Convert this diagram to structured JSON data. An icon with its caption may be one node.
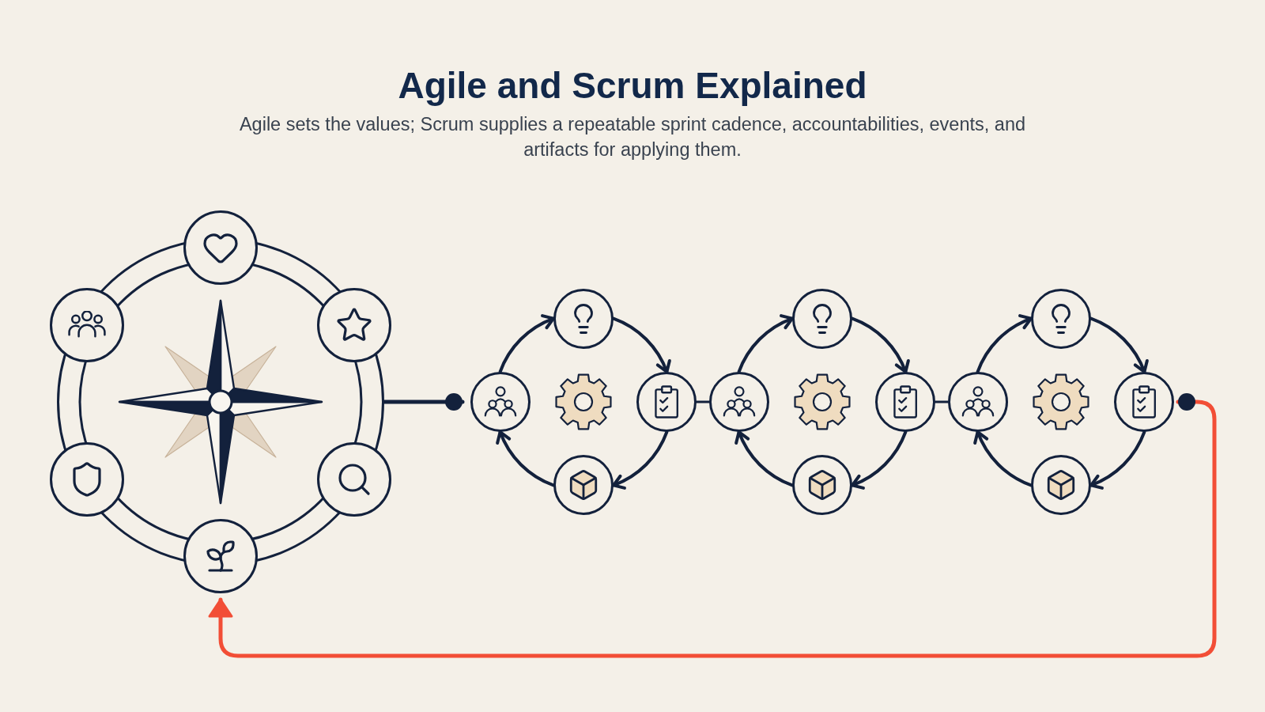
{
  "diagram": {
    "title": "Agile and Scrum Explained",
    "caption": "Agile sets the values; Scrum supplies a repeatable sprint cadence, accountabilities, events, and artifacts for applying them.",
    "nodes": [
      {
        "text": [],
        "shape": "circle"
      },
      {
        "text": [],
        "shape": "circle"
      },
      {
        "text": [],
        "shape": "circle"
      },
      {
        "text": [],
        "shape": "circle"
      },
      {
        "text": [],
        "shape": "circle"
      },
      {
        "text": [],
        "shape": "circle"
      },
      {
        "text": [],
        "shape": "circle"
      },
      {
        "text": [],
        "shape": "circle"
      },
      {
        "text": [],
        "shape": "circle"
      },
      {
        "text": [],
        "shape": "circle"
      },
      {
        "text": [],
        "shape": "circle"
      },
      {
        "text": [],
        "shape": "circle"
      },
      {
        "text": [],
        "shape": "circle"
      },
      {
        "text": [],
        "shape": "circle"
      },
      {
        "text": [],
        "shape": "circle"
      },
      {
        "text": [],
        "shape": "circle"
      },
      {
        "text": [],
        "shape": "circle"
      },
      {
        "text": [],
        "shape": "circle"
      },
      {
        "text": [],
        "shape": "circle"
      }
    ],
    "edges": [
      {
        "from": 0,
        "to": 7,
        "arrow": "other"
      },
      {
        "from": 7,
        "to": 8,
        "arrow": "to"
      },
      {
        "from": 8,
        "to": 9,
        "arrow": "to"
      },
      {
        "from": 9,
        "to": 10,
        "arrow": "to"
      },
      {
        "from": 10,
        "to": 7,
        "arrow": "to"
      },
      {
        "from": 9,
        "to": 11,
        "arrow": "none"
      },
      {
        "from": 11,
        "to": 12,
        "arrow": "to"
      },
      {
        "from": 12,
        "to": 13,
        "arrow": "to"
      },
      {
        "from": 13,
        "to": 14,
        "arrow": "to"
      },
      {
        "from": 14,
        "to": 11,
        "arrow": "to"
      },
      {
        "from": 13,
        "to": 15,
        "arrow": "none"
      },
      {
        "from": 15,
        "to": 16,
        "arrow": "to"
      },
      {
        "from": 16,
        "to": 17,
        "arrow": "to"
      },
      {
        "from": 17,
        "to": 18,
        "arrow": "to"
      },
      {
        "from": 18,
        "to": 15,
        "arrow": "to"
      },
      {
        "from": 17,
        "to": 4,
        "arrow": "to",
        "color": "#f24e36"
      }
    ]
  }
}
